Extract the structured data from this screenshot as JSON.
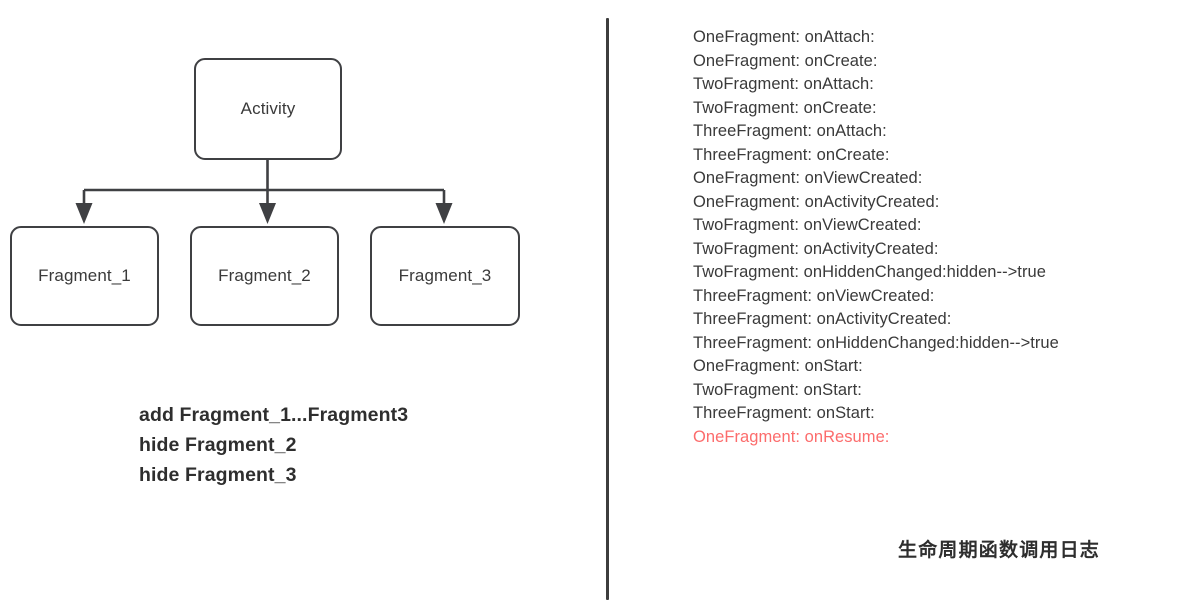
{
  "diagram": {
    "root": {
      "label": "Activity"
    },
    "children": [
      {
        "label": "Fragment_1"
      },
      {
        "label": "Fragment_2"
      },
      {
        "label": "Fragment_3"
      }
    ],
    "instructions": [
      "add Fragment_1...Fragment3",
      "hide Fragment_2",
      "hide Fragment_3"
    ]
  },
  "log": {
    "caption": "生命周期函数调用日志",
    "highlight_color": "#fc6c6c",
    "text_color": "#3a3a3a",
    "lines": [
      {
        "text": "OneFragment: onAttach:",
        "highlight": false
      },
      {
        "text": "OneFragment: onCreate:",
        "highlight": false
      },
      {
        "text": "TwoFragment: onAttach:",
        "highlight": false
      },
      {
        "text": "TwoFragment: onCreate:",
        "highlight": false
      },
      {
        "text": "ThreeFragment: onAttach:",
        "highlight": false
      },
      {
        "text": "ThreeFragment: onCreate:",
        "highlight": false
      },
      {
        "text": "OneFragment: onViewCreated:",
        "highlight": false
      },
      {
        "text": "OneFragment: onActivityCreated:",
        "highlight": false
      },
      {
        "text": "TwoFragment: onViewCreated:",
        "highlight": false
      },
      {
        "text": "TwoFragment: onActivityCreated:",
        "highlight": false
      },
      {
        "text": "TwoFragment: onHiddenChanged:hidden-->true",
        "highlight": false
      },
      {
        "text": "ThreeFragment: onViewCreated:",
        "highlight": false
      },
      {
        "text": "ThreeFragment: onActivityCreated:",
        "highlight": false
      },
      {
        "text": "ThreeFragment: onHiddenChanged:hidden-->true",
        "highlight": false
      },
      {
        "text": "OneFragment: onStart:",
        "highlight": false
      },
      {
        "text": "TwoFragment: onStart:",
        "highlight": false
      },
      {
        "text": "ThreeFragment: onStart:",
        "highlight": false
      },
      {
        "text": "OneFragment: onResume:",
        "highlight": true
      }
    ]
  },
  "style": {
    "stroke_color": "#3f4043",
    "divider_color": "#3d3d3d",
    "background": "#ffffff"
  }
}
